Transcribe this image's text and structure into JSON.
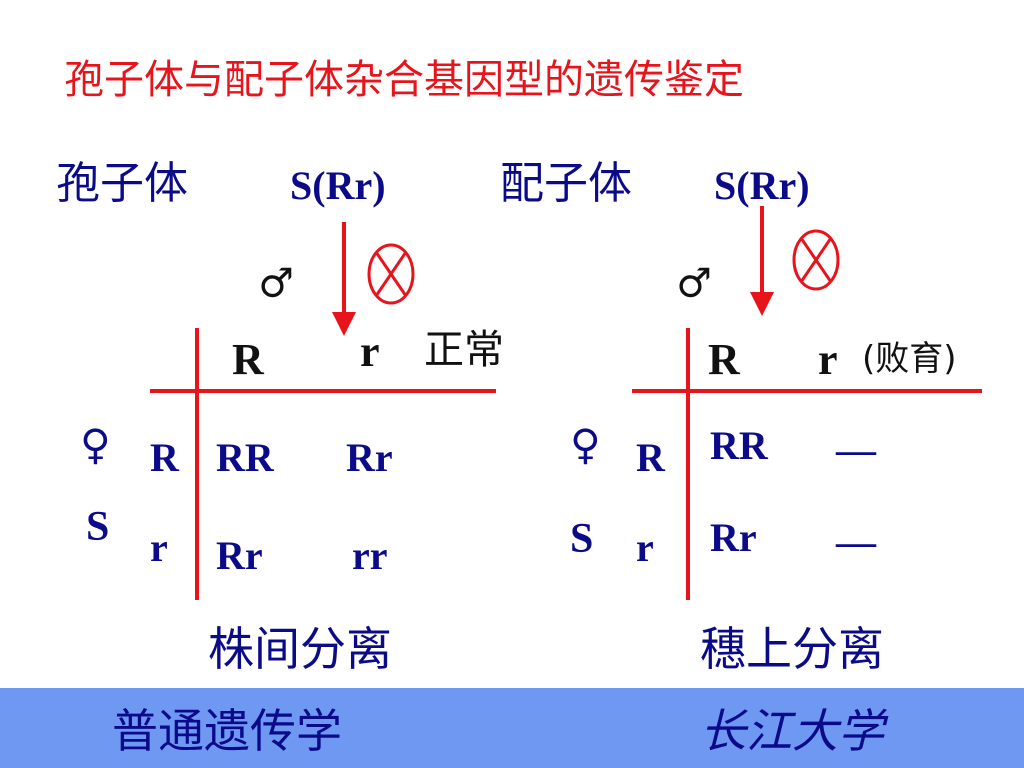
{
  "title": "孢子体与配子体杂合基因型的遗传鉴定",
  "left": {
    "heading": "孢子体",
    "genotype": "S(Rr)",
    "male_symbol": "♂",
    "female_symbol": "♀",
    "female_genotype": "S",
    "col_headers": [
      "R",
      "r"
    ],
    "col_note": "正常",
    "row_headers": [
      "R",
      "r"
    ],
    "cells": [
      [
        "RR",
        "Rr"
      ],
      [
        "Rr",
        "rr"
      ]
    ],
    "caption": "株间分离"
  },
  "right": {
    "heading": "配子体",
    "genotype": "S(Rr)",
    "male_symbol": "♂",
    "female_symbol": "♀",
    "female_genotype": "S",
    "col_headers": [
      "R",
      "r"
    ],
    "col_note": "(败育)",
    "row_headers": [
      "R",
      "r"
    ],
    "cells": [
      [
        "RR",
        "—"
      ],
      [
        "Rr",
        "—"
      ]
    ],
    "caption": "穗上分离"
  },
  "footer": {
    "course": "普通遗传学",
    "university": "长江大学"
  },
  "colors": {
    "title": "#e8141c",
    "text": "#0b0b8a",
    "lines": "#e8141c",
    "footer_bg": "#6e98f2"
  }
}
